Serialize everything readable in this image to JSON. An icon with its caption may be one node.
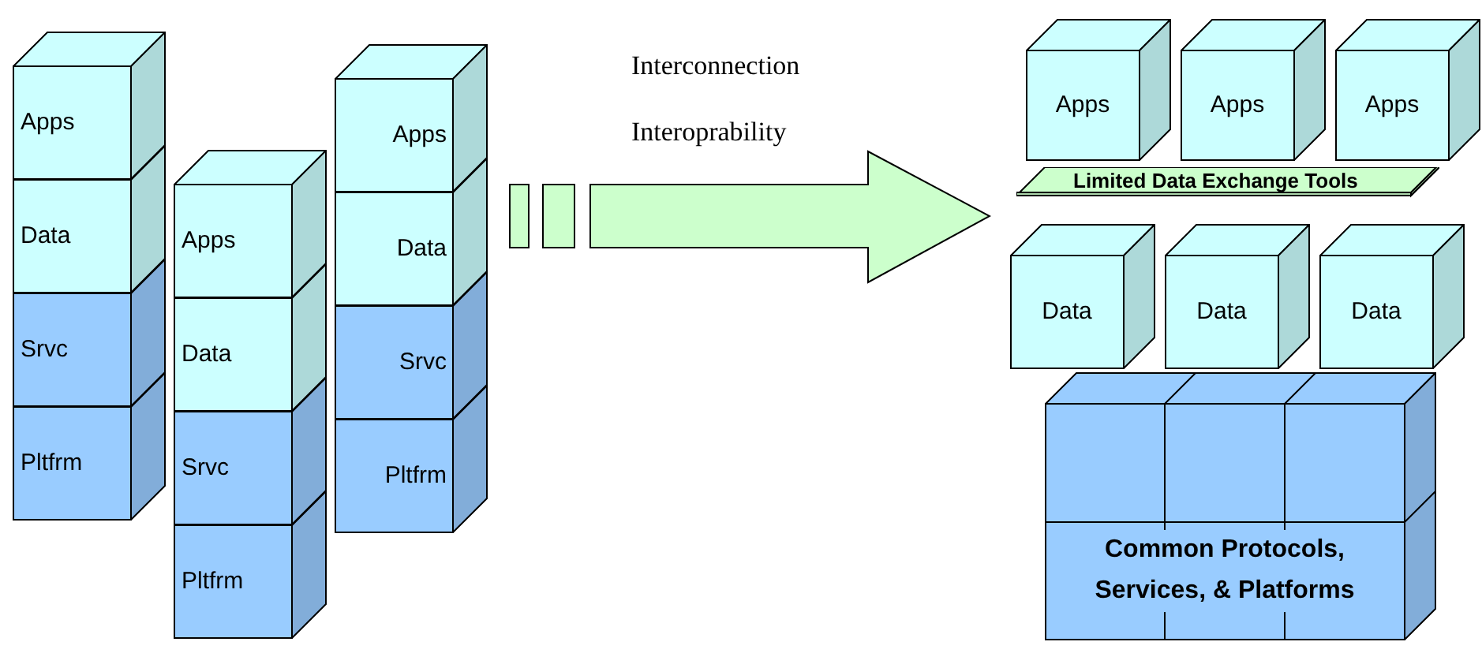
{
  "diagram": {
    "nodes": [
      {
        "text": [
          "Apps"
        ]
      },
      {
        "text": [
          "Data"
        ]
      },
      {
        "text": [
          "Srvc"
        ]
      },
      {
        "text": [
          "Pltfrm"
        ]
      },
      {
        "text": [
          "Apps"
        ]
      },
      {
        "text": [
          "Data"
        ]
      },
      {
        "text": [
          "Srvc"
        ]
      },
      {
        "text": [
          "Pltfrm"
        ]
      },
      {
        "text": [
          "Apps"
        ]
      },
      {
        "text": [
          "Data"
        ]
      },
      {
        "text": [
          "Srvc"
        ]
      },
      {
        "text": [
          "Pltfrm"
        ]
      },
      {
        "text": [
          "Apps"
        ]
      },
      {
        "text": [
          "Apps"
        ]
      },
      {
        "text": [
          "Apps"
        ]
      },
      {
        "text": [
          "Limited Data Exchange Tools"
        ]
      },
      {
        "text": [
          "Data"
        ]
      },
      {
        "text": [
          "Data"
        ]
      },
      {
        "text": [
          "Data"
        ]
      },
      {
        "text": [
          "Common Protocols, Services, & Platforms"
        ]
      }
    ],
    "edges": [],
    "labels": [
      "Interconnection",
      "Interoprability"
    ]
  }
}
